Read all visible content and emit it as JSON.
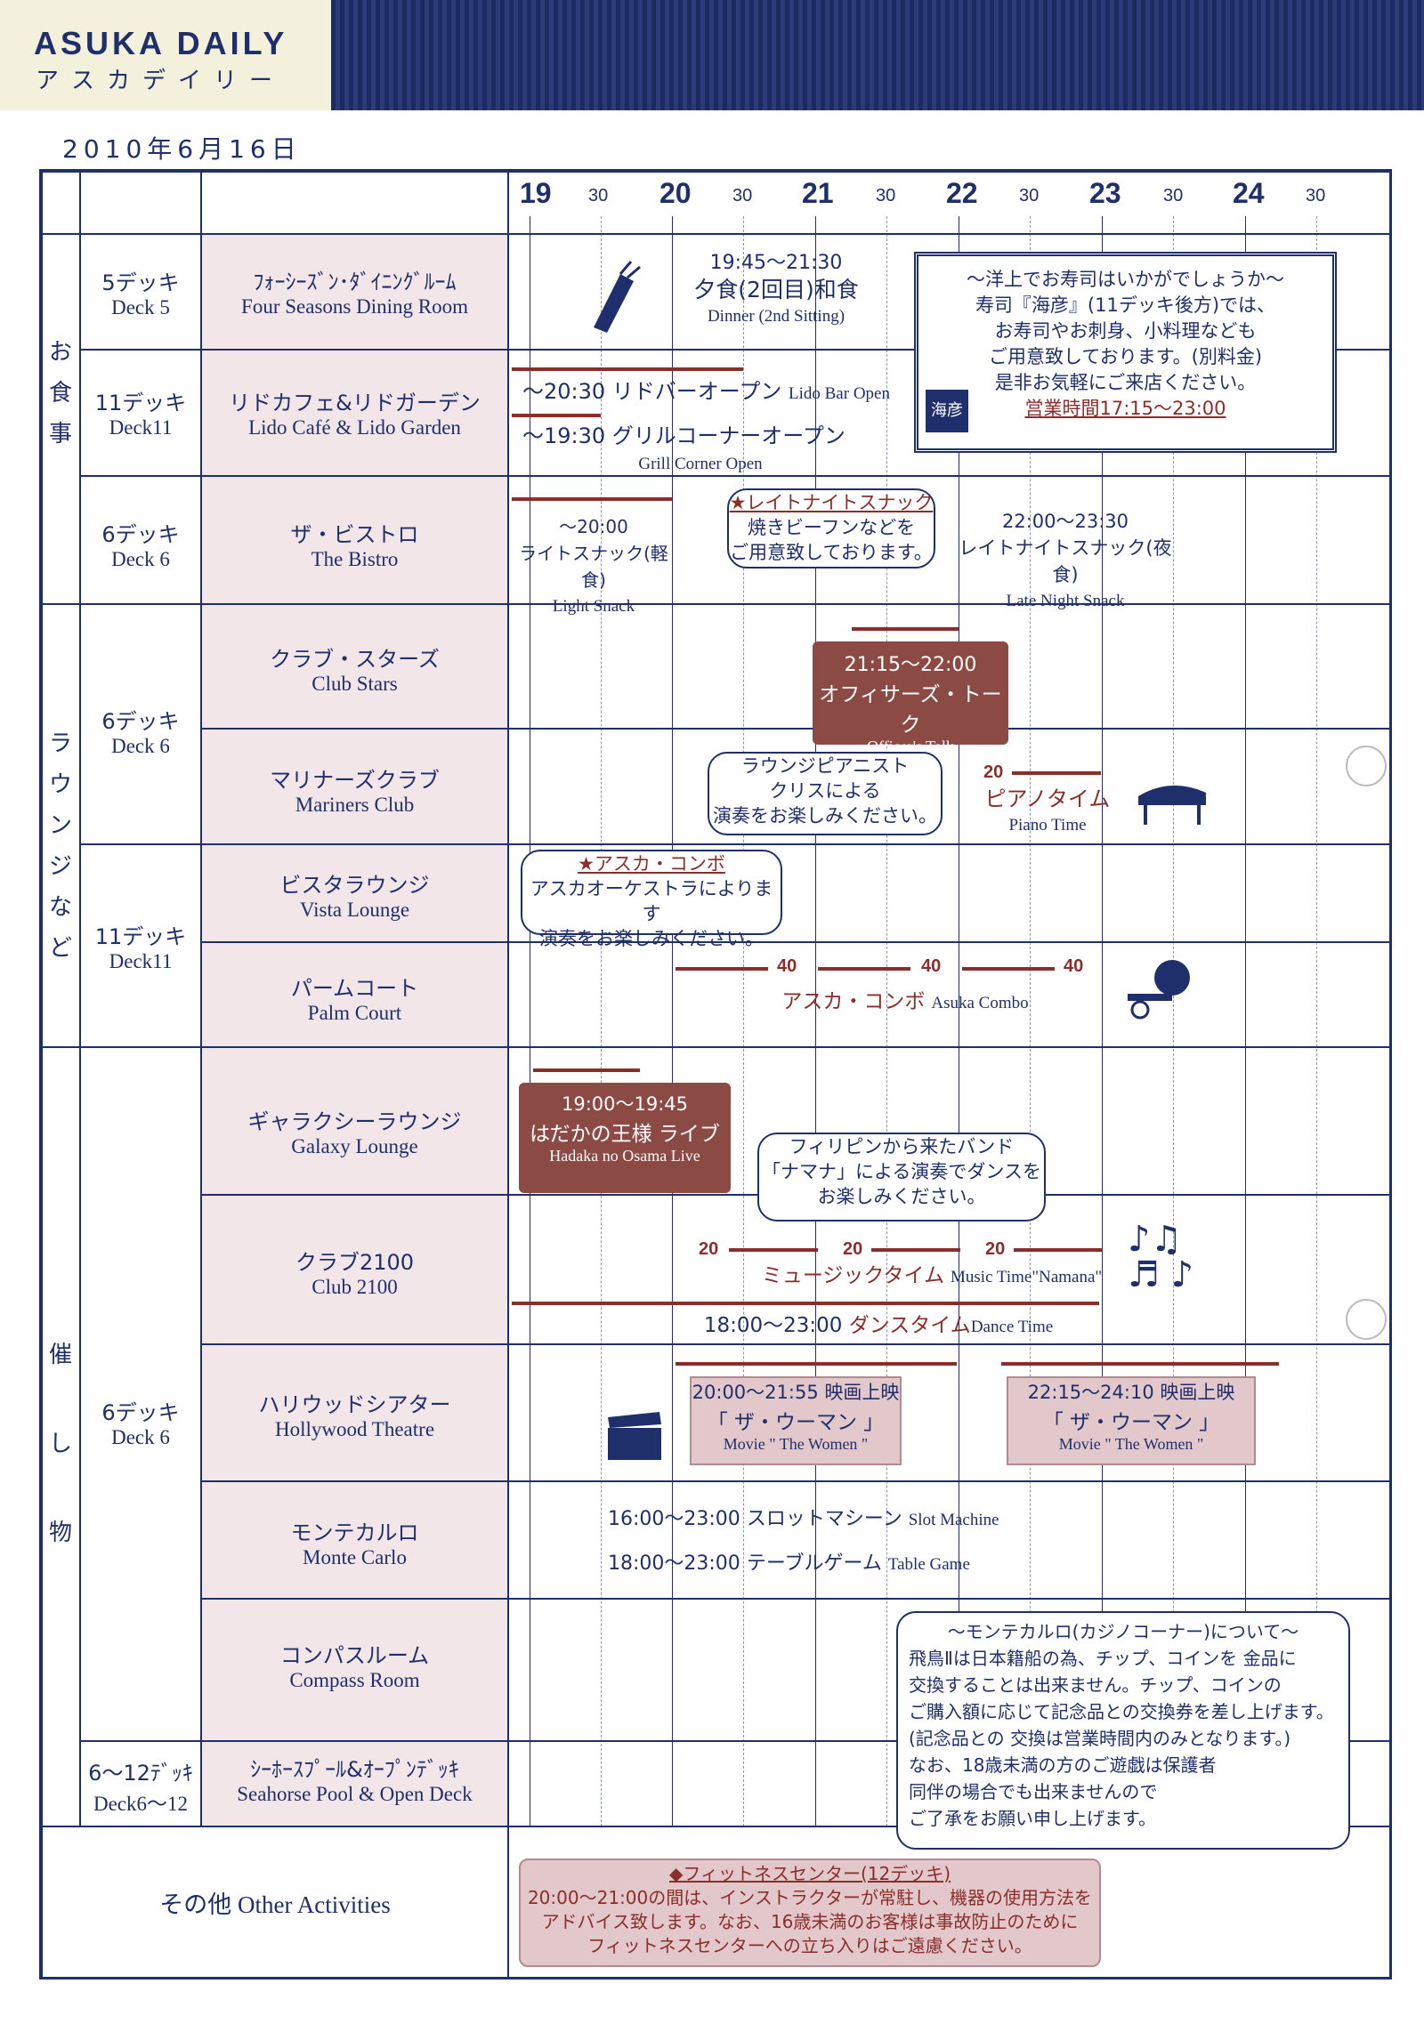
{
  "header": {
    "brand": "ASUKA DAILY",
    "brand_kana": "アスカデイリー",
    "date": "2010年6月16日"
  },
  "time_labels": {
    "h19": "19",
    "m19": "30",
    "h20": "20",
    "m20": "30",
    "h21": "21",
    "m21": "30",
    "h22": "22",
    "m22": "30",
    "h23": "23",
    "m23": "30",
    "h24": "24",
    "m24": "30"
  },
  "categories": {
    "meals": "お食事",
    "lounges": "ラウンジなど",
    "events": "催し物",
    "other": "その他 Other Activities"
  },
  "decks": {
    "d5": {
      "jp": "5デッキ",
      "en": "Deck 5"
    },
    "d11a": {
      "jp": "11デッキ",
      "en": "Deck11"
    },
    "d6a": {
      "jp": "6デッキ",
      "en": "Deck 6"
    },
    "d6b": {
      "jp": "6デッキ",
      "en": "Deck 6"
    },
    "d11b": {
      "jp": "11デッキ",
      "en": "Deck11"
    },
    "d6c": {
      "jp": "6デッキ",
      "en": "Deck 6"
    },
    "d612": {
      "jp": "6〜12ﾃﾞｯｷ",
      "en": "Deck6〜12"
    }
  },
  "venues": {
    "four_seasons": {
      "jp": "ﾌｫｰｼｰｽﾞﾝ･ﾀﾞｲﾆﾝｸﾞﾙｰﾑ",
      "en": "Four Seasons Dining Room"
    },
    "lido": {
      "jp": "リドカフェ&リドガーデン",
      "en": "Lido Café & Lido Garden"
    },
    "bistro": {
      "jp": "ザ・ビストロ",
      "en": "The Bistro"
    },
    "club_stars": {
      "jp": "クラブ・スターズ",
      "en": "Club Stars"
    },
    "mariners": {
      "jp": "マリナーズクラブ",
      "en": "Mariners Club"
    },
    "vista": {
      "jp": "ビスタラウンジ",
      "en": "Vista Lounge"
    },
    "palm": {
      "jp": "パームコート",
      "en": "Palm Court"
    },
    "galaxy": {
      "jp": "ギャラクシーラウンジ",
      "en": "Galaxy Lounge"
    },
    "club2100": {
      "jp": "クラブ2100",
      "en": "Club 2100"
    },
    "hollywood": {
      "jp": "ハリウッドシアター",
      "en": "Hollywood Theatre"
    },
    "monte": {
      "jp": "モンテカルロ",
      "en": "Monte Carlo"
    },
    "compass": {
      "jp": "コンパスルーム",
      "en": "Compass Room"
    },
    "seahorse": {
      "jp": "ｼｰﾎｰｽﾌﾟｰﾙ&ｵｰﾌﾟﾝﾃﾞｯｷ",
      "en": "Seahorse Pool & Open Deck"
    }
  },
  "events": {
    "dinner_time": "19:45〜21:30",
    "dinner_jp": "夕食(2回目)和食",
    "dinner_en": "Dinner (2nd Sitting)",
    "sushi_1": "〜洋上でお寿司はいかがでしょうか〜",
    "sushi_2": "寿司『海彦』(11デッキ後方)では、",
    "sushi_3": "お寿司やお刺身、小料理なども",
    "sushi_4": "ご用意致しております。(別料金)",
    "sushi_5": "是非お気軽にご来店ください。",
    "sushi_hours": "営業時間17:15〜23:00",
    "sushi_logo": "海彦",
    "lidobar_jp": "〜20:30 リドバーオープン",
    "lidobar_en": "Lido Bar Open",
    "grill_jp": "〜19:30 グリルコーナーオープン",
    "grill_en": "Grill Corner Open",
    "light_time": "〜20:00",
    "light_jp": "ライトスナック(軽食)",
    "light_en": "Light Snack",
    "ln_bubble_1": "★レイトナイトスナック",
    "ln_bubble_2": "焼きビーフンなどを",
    "ln_bubble_3": "ご用意致しております。",
    "late_time": "22:00〜23:30",
    "late_jp": "レイトナイトスナック(夜食)",
    "late_en": "Late Night Snack",
    "officer_time": "21:15〜22:00",
    "officer_jp": "オフィサーズ・トーク",
    "officer_en": "Officer's Talk",
    "pianist_1": "ラウンジピアニスト",
    "pianist_2": "クリスによる",
    "pianist_3": "演奏をお楽しみください。",
    "piano_num": "20",
    "piano_jp": "ピアノタイム",
    "piano_en": "Piano Time",
    "combo_bubble_1": "★アスカ・コンボ",
    "combo_bubble_2": "アスカオーケストラによります",
    "combo_bubble_3": "演奏をお楽しみください。",
    "combo_n1": "40",
    "combo_n2": "40",
    "combo_n3": "40",
    "combo_jp": "アスカ・コンボ",
    "combo_en": "Asuka Combo",
    "hadaka_time": "19:00〜19:45",
    "hadaka_jp": "はだかの王様 ライブ",
    "hadaka_en": "Hadaka no Osama Live",
    "band_1": "フィリピンから来たバンド",
    "band_2": "「ナマナ」による演奏でダンスを",
    "band_3": "お楽しみください。",
    "music_n1": "20",
    "music_n2": "20",
    "music_n3": "20",
    "music_jp": "ミュージックタイム",
    "music_en": "Music Time\"Namana\"",
    "dance_time": "18:00〜23:00",
    "dance_jp": "ダンスタイム",
    "dance_en": "Dance Time",
    "movie1_time": "20:00〜21:55 映画上映",
    "movie1_jp": "「 ザ・ウーマン 」",
    "movie1_en": "Movie \" The Women \"",
    "movie2_time": "22:15〜24:10 映画上映",
    "movie2_jp": "「 ザ・ウーマン 」",
    "movie2_en": "Movie \" The Women \"",
    "slot_time": "16:00〜23:00",
    "slot_jp": "スロットマシーン",
    "slot_en": "Slot Machine",
    "table_time": "18:00〜23:00",
    "table_jp": "テーブルゲーム",
    "table_en": "Table Game",
    "casino_1": "〜モンテカルロ(カジノコーナー)について〜",
    "casino_2": "飛鳥Ⅱは日本籍船の為、チップ、コインを 金品に",
    "casino_3": "交換することは出来ません。チップ、コインの",
    "casino_4": "ご購入額に応じて記念品との交換券を差し上げます。",
    "casino_5": "(記念品との 交換は営業時間内のみとなります。)",
    "casino_6": "なお、18歳未満の方のご遊戯は保護者",
    "casino_7": "同伴の場合でも出来ませんので",
    "casino_8": "ご了承をお願い申し上げます。",
    "fit_1": "◆フィットネスセンター(12デッキ)",
    "fit_2": "20:00〜21:00の間は、インストラクターが常駐し、機器の使用方法を",
    "fit_3": "アドバイス致します。なお、16歳未満のお客様は事故防止のために",
    "fit_4": "フィットネスセンターへの立ち入りはご遠慮ください。"
  },
  "colors": {
    "navy": "#1f2f6b",
    "brown": "#8c4a45",
    "pink": "#e3c8cb",
    "shade": "#f2e6e9"
  }
}
